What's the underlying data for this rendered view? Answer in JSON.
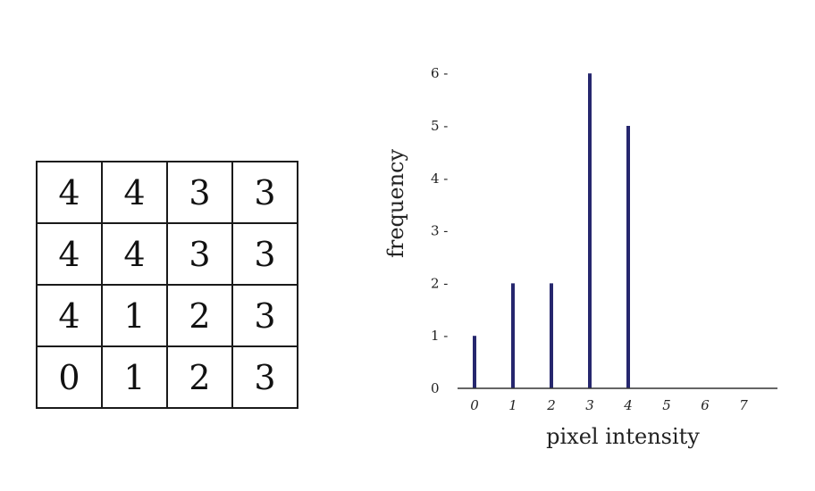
{
  "grid": {
    "rows": [
      [
        "4",
        "4",
        "3",
        "3"
      ],
      [
        "4",
        "4",
        "3",
        "3"
      ],
      [
        "4",
        "1",
        "2",
        "3"
      ],
      [
        "0",
        "1",
        "2",
        "3"
      ]
    ]
  },
  "chart_data": {
    "type": "bar",
    "style": "vertical lines",
    "categories": [
      "0",
      "1",
      "2",
      "3",
      "4",
      "5",
      "6",
      "7"
    ],
    "values": [
      1,
      2,
      2,
      6,
      5,
      0,
      0,
      0
    ],
    "ylabel": "frequency",
    "xlabel": "pixel intensity",
    "yticks": [
      "0",
      "1 -",
      "2 -",
      "3 -",
      "4 -",
      "5 -",
      "6 -"
    ],
    "ylim": [
      0,
      6
    ],
    "grid": false,
    "bar_color": "#26276e",
    "axis_color": "#333333"
  }
}
